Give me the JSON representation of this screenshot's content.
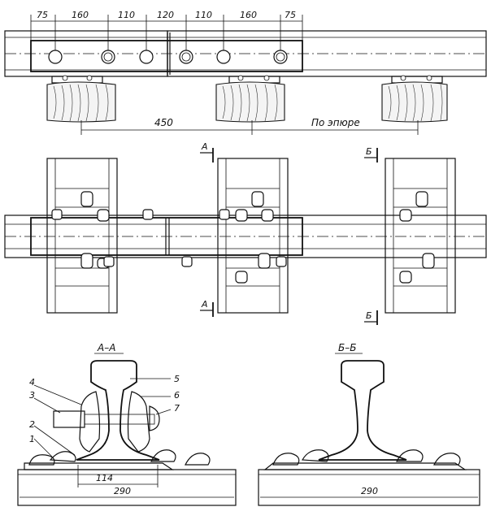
{
  "top_view": {
    "spacing_dims": [
      "75",
      "160",
      "110",
      "120",
      "110",
      "160",
      "75"
    ],
    "tie_spacing_dim": "450",
    "epure_label": "По эпюре"
  },
  "plan_view": {
    "section_a": "А",
    "section_b": "Б"
  },
  "section_aa": {
    "title": "А–А",
    "callouts": [
      "1",
      "2",
      "3",
      "4",
      "5",
      "6",
      "7"
    ],
    "dim_inner": "114",
    "dim_base": "290"
  },
  "section_bb": {
    "title": "Б–Б",
    "dim_base": "290"
  }
}
